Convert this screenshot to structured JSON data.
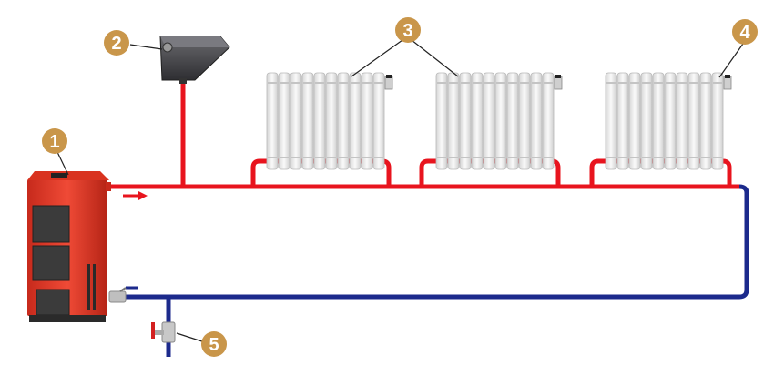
{
  "colors": {
    "supply_pipe": "#e8141e",
    "return_pipe": "#1c2a8c",
    "badge": "#c9964a",
    "boiler_body": "#e53b2a",
    "boiler_dark": "#3a3a3a",
    "radiator": "#eeeeee",
    "tank": "#4a4a4e"
  },
  "callouts": [
    {
      "label": "1",
      "refers_to": "boiler"
    },
    {
      "label": "2",
      "refers_to": "expansion-tank"
    },
    {
      "label": "3",
      "refers_to": "radiators"
    },
    {
      "label": "4",
      "refers_to": "radiator-valve"
    },
    {
      "label": "5",
      "refers_to": "drain-valve"
    }
  ],
  "components": {
    "radiator_count": 3,
    "flow_arrow": "arrow-right-icon"
  }
}
